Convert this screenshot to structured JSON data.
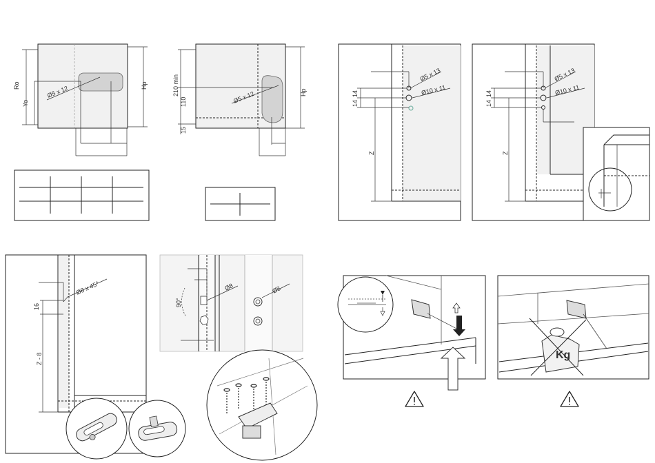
{
  "labels": {
    "ro": "Ro",
    "yo": "Yo",
    "hp": "Hp",
    "dia5x12": "Ø5 x 12",
    "min210": "210 min",
    "d110": "110",
    "d15": "15",
    "dia5x13": "Ø5 x 13",
    "dia10x11": "Ø10 x 11",
    "d14": "14",
    "z": "Z",
    "dia8x45": "Ø8 x 45°",
    "d16": "16",
    "z8": "Z - 8",
    "angle90": "90°",
    "dia8": "Ø8",
    "weight": "Kg"
  },
  "icons": {
    "warning": "warning-triangle-icon"
  }
}
